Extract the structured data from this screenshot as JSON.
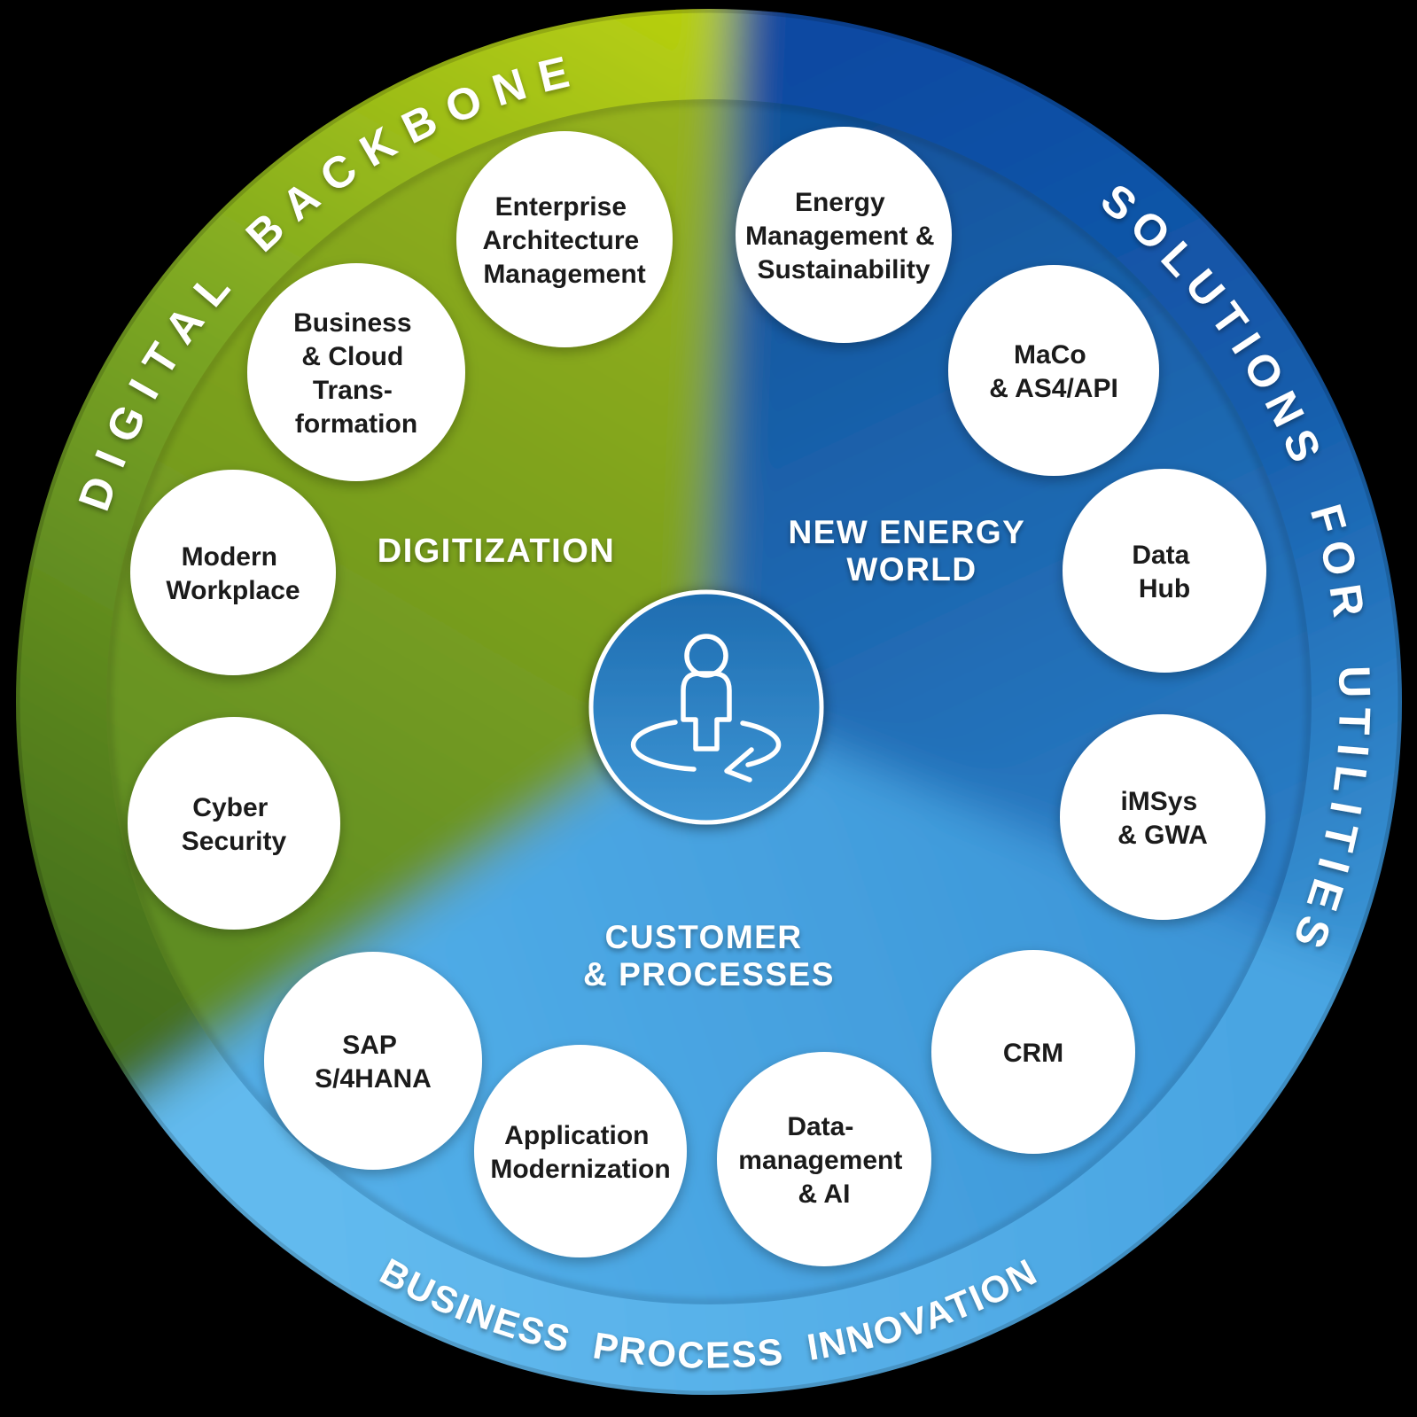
{
  "diagram": {
    "title_hint": "services wheel infographic",
    "rings": {
      "digital_backbone": "DIGITAL BACKBONE",
      "solutions_for_utilities": "SOLUTIONS FOR UTILITIES",
      "business_process_innovation": "BUSINESS  PROCESS INNOVATION"
    },
    "sectors": {
      "digitization": {
        "label": "DIGITIZATION",
        "color": "#7fa526"
      },
      "new_energy_world": {
        "lines": [
          "NEW ENERGY",
          "WORLD"
        ],
        "color": "#11549e"
      },
      "customer_processes": {
        "lines": [
          "CUSTOMER",
          "& PROCESSES"
        ],
        "color": "#47a5e2"
      }
    },
    "bubbles": {
      "enterprise_architecture": {
        "lines": [
          "Enterprise",
          "Architecture",
          "Management"
        ]
      },
      "energy_management": {
        "lines": [
          "Energy",
          "Management &",
          "Sustainability"
        ]
      },
      "business_cloud": {
        "lines": [
          "Business",
          "& Cloud",
          "Trans-",
          "formation"
        ]
      },
      "maco_as4": {
        "lines": [
          "MaCo",
          "& AS4/API"
        ]
      },
      "modern_workplace": {
        "lines": [
          "Modern",
          "Workplace"
        ]
      },
      "data_hub": {
        "lines": [
          "Data",
          "Hub"
        ]
      },
      "cyber_security": {
        "lines": [
          "Cyber",
          "Security"
        ]
      },
      "imsys_gwa": {
        "lines": [
          "iMSys",
          "& GWA"
        ]
      },
      "sap_s4hana": {
        "lines": [
          "SAP",
          "S/4HANA"
        ]
      },
      "crm": {
        "lines": [
          "CRM"
        ]
      },
      "application_modernization": {
        "lines": [
          "Application",
          "Modernization"
        ]
      },
      "data_management_ai": {
        "lines": [
          "Data-",
          "management",
          "& AI"
        ]
      }
    },
    "center_icon": "person-rotation-icon",
    "colors": {
      "green_bright": "#b7cf10",
      "green_dark": "#446f1a",
      "blue_dark": "#0c4aa2",
      "blue_mid": "#3f9cda",
      "blue_light": "#4aa5e2",
      "bubble_fill": "#ffffff",
      "bubble_text": "#1b1b1b",
      "hub_top": "#1e6cb0",
      "hub_bottom": "#3e97d6"
    }
  }
}
